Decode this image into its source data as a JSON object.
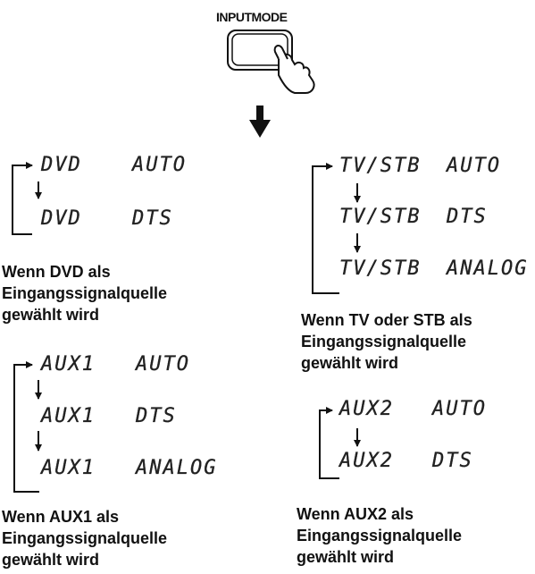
{
  "button": {
    "label": "INPUTMODE",
    "icon": "hand-pressing-button-icon"
  },
  "down_arrow_icon": "down-arrow-icon",
  "groups": {
    "dvd": {
      "rows": [
        {
          "source": "DVD",
          "mode": "AUTO"
        },
        {
          "source": "DVD",
          "mode": "DTS"
        }
      ],
      "caption": [
        "Wenn DVD als",
        "Eingangssignalquelle",
        "gewählt wird"
      ]
    },
    "aux1": {
      "rows": [
        {
          "source": "AUX1",
          "mode": "AUTO"
        },
        {
          "source": "AUX1",
          "mode": "DTS"
        },
        {
          "source": "AUX1",
          "mode": "ANALOG"
        }
      ],
      "caption": [
        "Wenn AUX1 als",
        "Eingangssignalquelle",
        "gewählt wird"
      ]
    },
    "tvstb": {
      "rows": [
        {
          "source": "TV/STB",
          "mode": "AUTO"
        },
        {
          "source": "TV/STB",
          "mode": "DTS"
        },
        {
          "source": "TV/STB",
          "mode": "ANALOG"
        }
      ],
      "caption": [
        "Wenn TV oder STB als",
        "Eingangssignalquelle",
        "gewählt wird"
      ]
    },
    "aux2": {
      "rows": [
        {
          "source": "AUX2",
          "mode": "AUTO"
        },
        {
          "source": "AUX2",
          "mode": "DTS"
        }
      ],
      "caption": [
        "Wenn AUX2 als",
        "Eingangssignalquelle",
        "gewählt wird"
      ]
    }
  }
}
